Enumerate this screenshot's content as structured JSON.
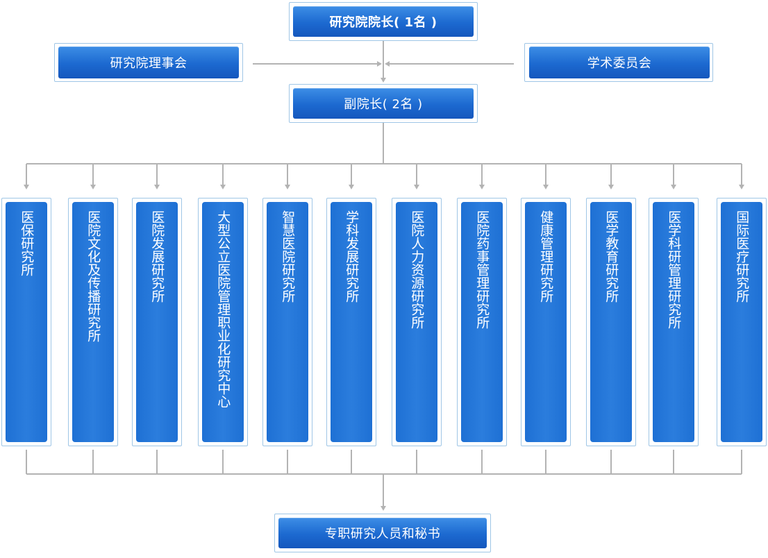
{
  "chart_data": {
    "type": "org-chart",
    "top": "研究院院长( 1名 )",
    "left_side": "研究院理事会",
    "right_side": "学术委员会",
    "second": "副院长( 2名 )",
    "units": [
      "医保研究所",
      "医院文化及传播研究所",
      "医院发展研究所",
      "大型公立医院管理职业化研究中心",
      "智慧医院研究所",
      "学科发展研究所",
      "医院人力资源研究所",
      "医院药事管理研究所",
      "健康管理研究所",
      "医学教育研究所",
      "医学科研管理研究所",
      "国际医疗研究所"
    ],
    "bottom": "专职研究人员和秘书"
  },
  "colors": {
    "box": "#1f6fd2",
    "frame": "#9fc6e6",
    "connector": "#b3b3b3"
  }
}
